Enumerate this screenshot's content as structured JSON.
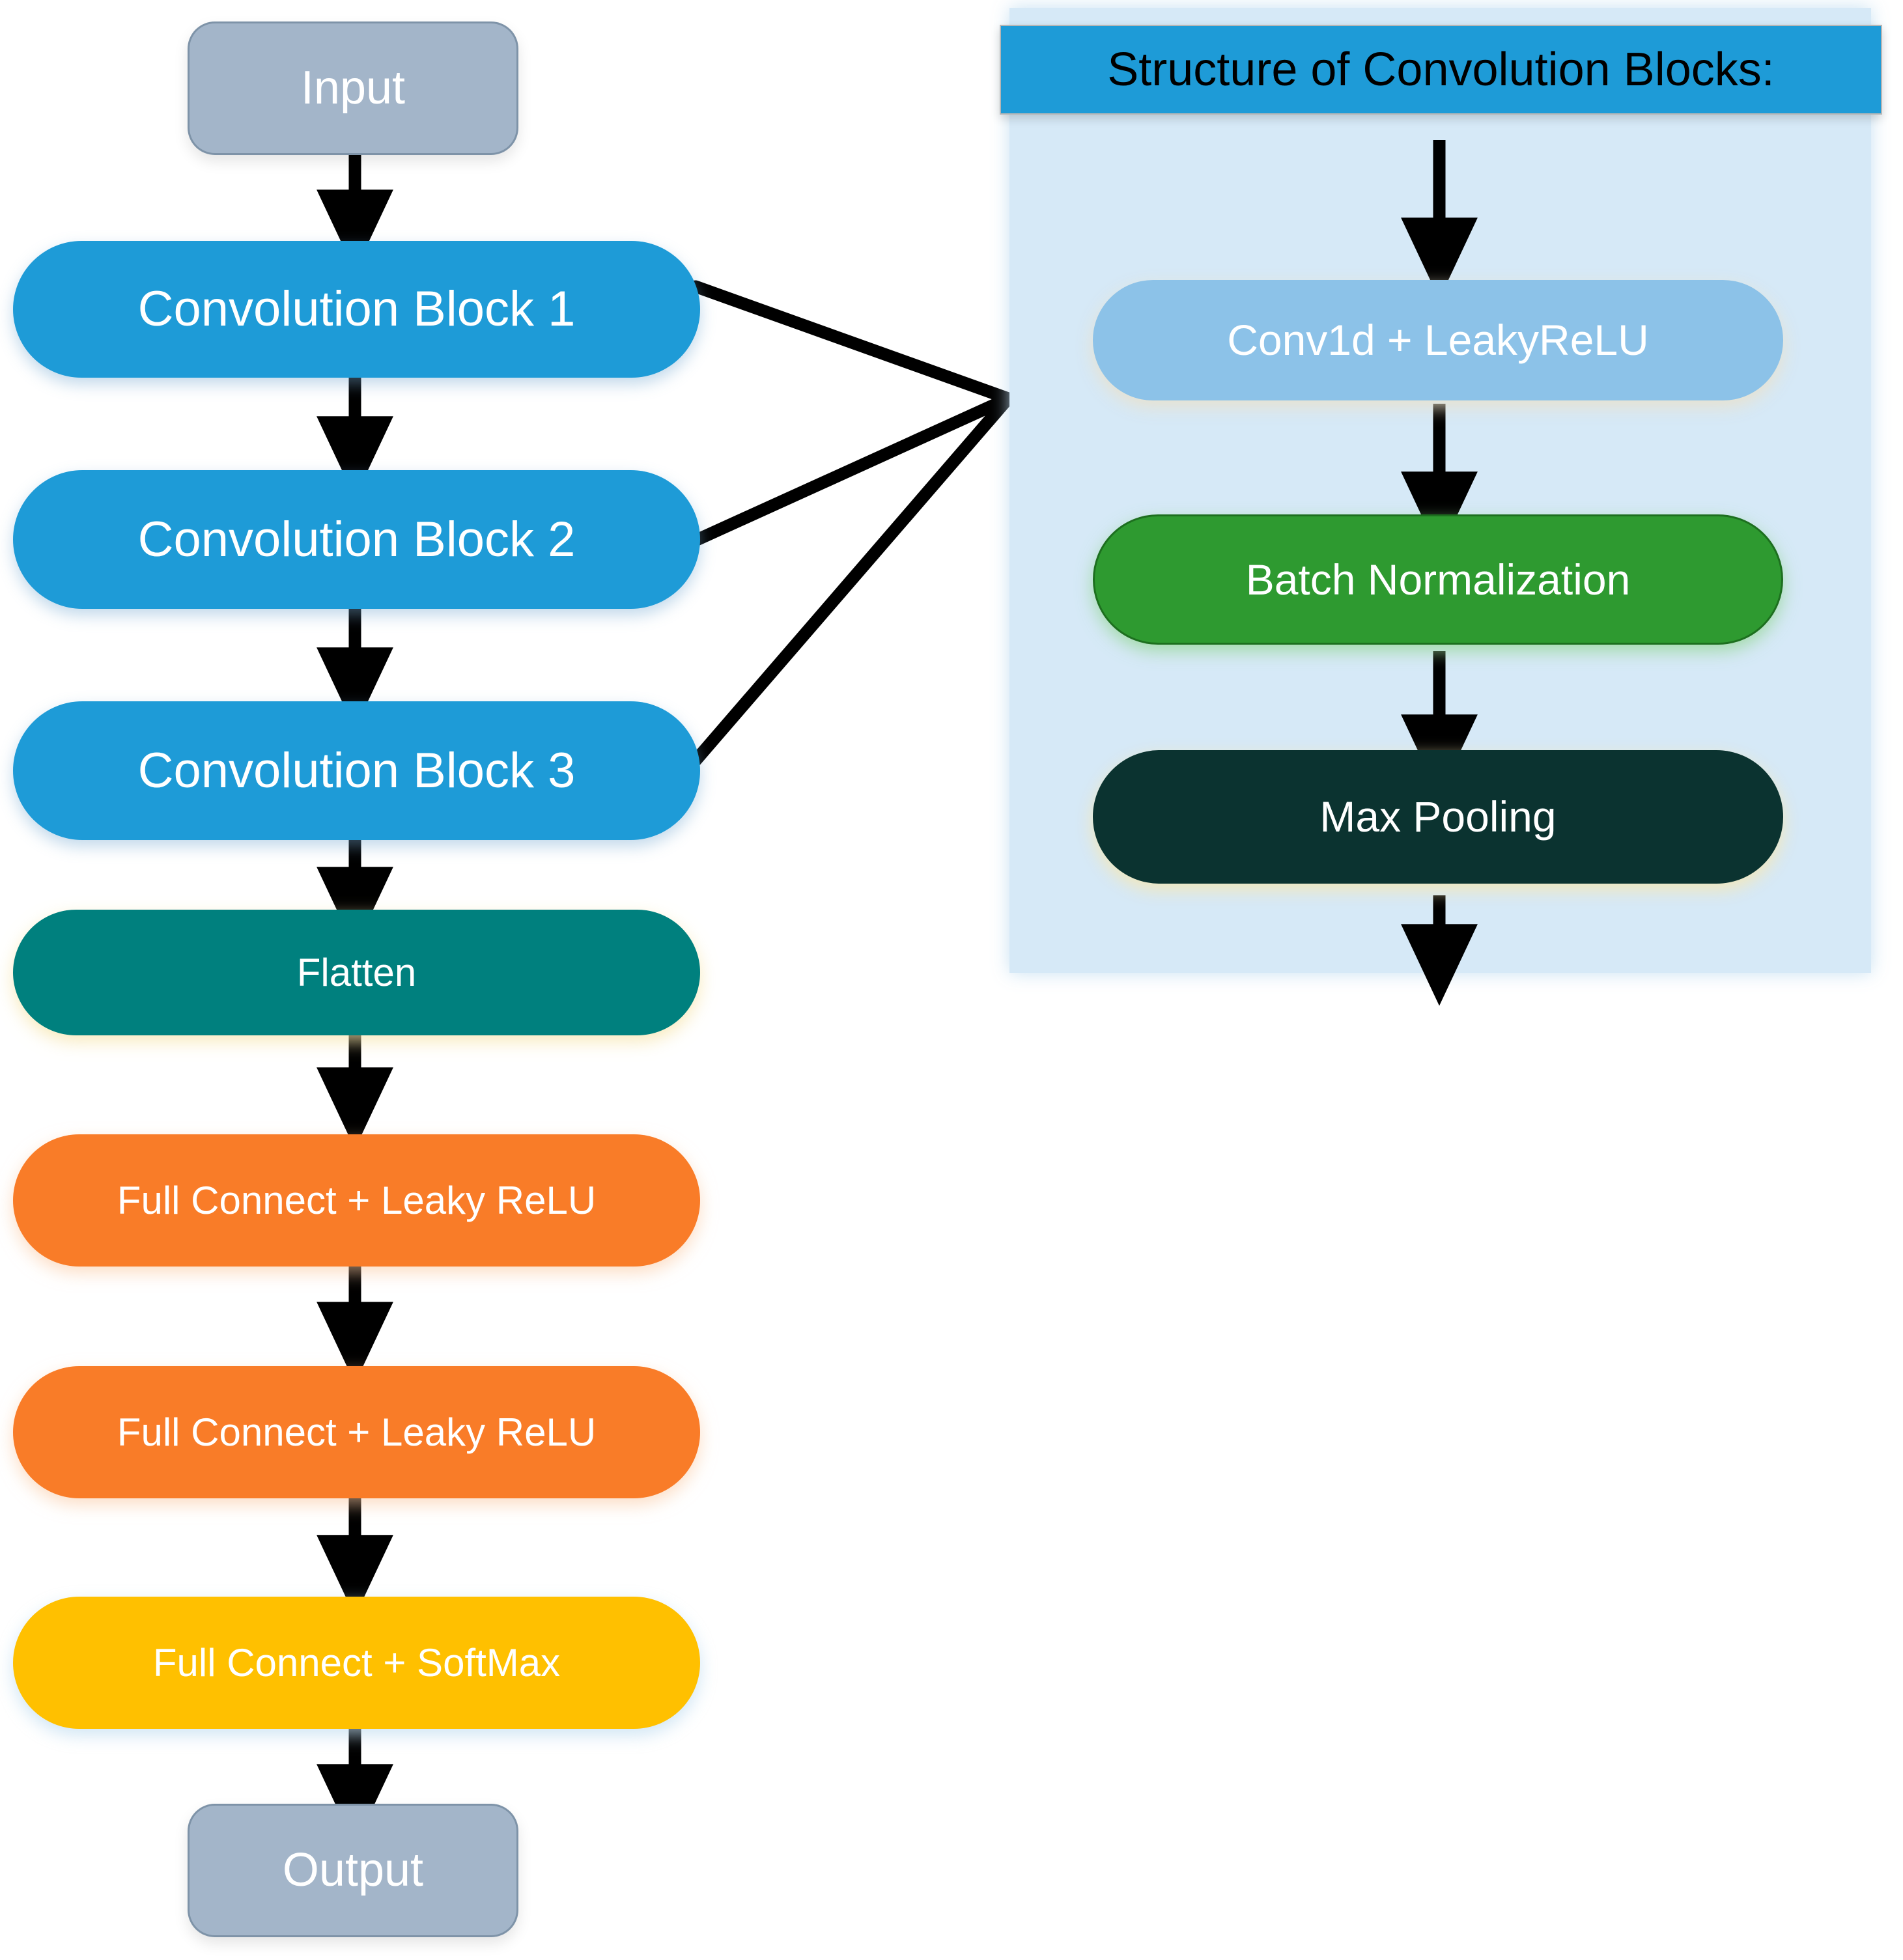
{
  "diagram": {
    "title": "CNN architecture flowchart",
    "main_flow": {
      "input": {
        "label": "Input"
      },
      "conv_blocks": [
        {
          "label": "Convolution Block 1"
        },
        {
          "label": "Convolution Block 2"
        },
        {
          "label": "Convolution Block 3"
        }
      ],
      "flatten": {
        "label": "Flatten"
      },
      "fc1": {
        "label": "Full Connect + Leaky ReLU"
      },
      "fc2": {
        "label": "Full Connect + Leaky ReLU"
      },
      "fc3": {
        "label": "Full Connect + SoftMax"
      },
      "output": {
        "label": "Output"
      }
    },
    "panel": {
      "header": "Structure of Convolution Blocks:",
      "steps": [
        {
          "label": "Conv1d + LeakyReLU"
        },
        {
          "label": "Batch Normalization"
        },
        {
          "label": "Max Pooling"
        }
      ]
    },
    "colors": {
      "terminal": "#a3b5c9",
      "terminal_border": "#7e93a8",
      "convolution": "#1e9bd7",
      "flatten": "#00807e",
      "fully_connected_relu": "#f97c28",
      "fully_connected_softmax": "#ffc000",
      "panel_background": "#d6e9f7",
      "panel_header": "#1e9bd7",
      "sub_conv1d": "#8cc2e8",
      "sub_batchnorm": "#2e9a30",
      "sub_maxpool": "#0b3330",
      "arrow": "#000000"
    }
  }
}
